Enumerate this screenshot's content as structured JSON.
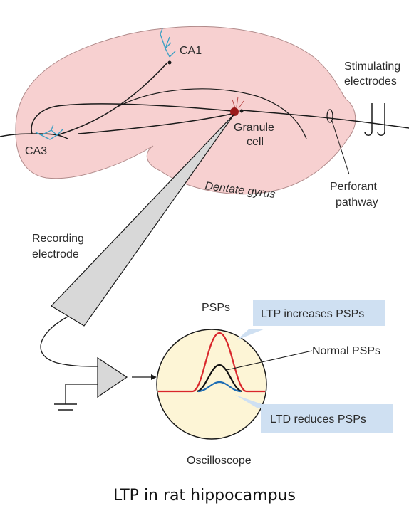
{
  "labels": {
    "ca1": "CA1",
    "ca3": "CA3",
    "stimulating_electrodes_line1": "Stimulating",
    "stimulating_electrodes_line2": "electrodes",
    "granule_cell_line1": "Granule",
    "granule_cell_line2": "cell",
    "dentate_gyrus": "Dentate gyrus",
    "perforant_pathway_line1": "Perforant",
    "perforant_pathway_line2": "pathway",
    "recording_electrode_line1": "Recording",
    "recording_electrode_line2": "electrode",
    "psps": "PSPs",
    "normal_psps": "Normal PSPs",
    "oscilloscope": "Oscilloscope"
  },
  "callouts": {
    "ltp": "LTP increases PSPs",
    "ltd": "LTD reduces PSPs"
  },
  "caption": "LTP in rat hippocampus",
  "colors": {
    "hippocampus_fill": "#f7d0d0",
    "scope_fill": "#fdf5d6",
    "callout_fill": "#cfe0f2",
    "ltp_trace": "#d9252a",
    "normal_trace": "#111111",
    "ltd_trace": "#1f6eb5",
    "baseline": "#d9252a",
    "neuron_cyan": "#3a9fc4",
    "granule_cell": "#9a1a1a"
  }
}
